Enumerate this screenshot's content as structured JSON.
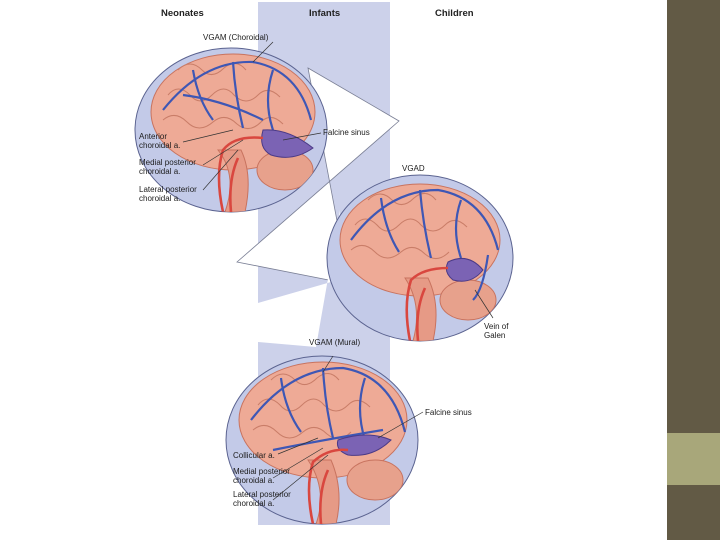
{
  "colors": {
    "background": "#ffffff",
    "sidebar_top": "#625a45",
    "sidebar_mid": "#a8a77a",
    "sidebar_bottom": "#625a45",
    "infant_band": "#ccd1ea",
    "brain": "#eeaa96",
    "vein": "#3e57b5",
    "artery": "#d9473f",
    "malformation": "#7b63b4",
    "callout_fill": "#d5daef"
  },
  "columns": {
    "neonates": "Neonates",
    "infants": "Infants",
    "children": "Children"
  },
  "panels": {
    "top": {
      "title": "VGAM (Choroidal)",
      "label_anterior_choroidal": "Anterior\nchoroidal a.",
      "label_medial_posterior": "Medial posterior\nchoroidal a.",
      "label_lateral_posterior": "Lateral posterior\nchoroidal a.",
      "label_falcine": "Falcine sinus"
    },
    "middle": {
      "title": "VGAD",
      "label_vein_of_galen": "Vein of\nGalen"
    },
    "bottom": {
      "title": "VGAM (Mural)",
      "label_falcine": "Falcine sinus",
      "label_collicular": "Collicular a.",
      "label_medial_posterior": "Medial posterior\nchoroidal a.",
      "label_lateral_posterior": "Lateral posterior\nchoroidal a."
    }
  }
}
